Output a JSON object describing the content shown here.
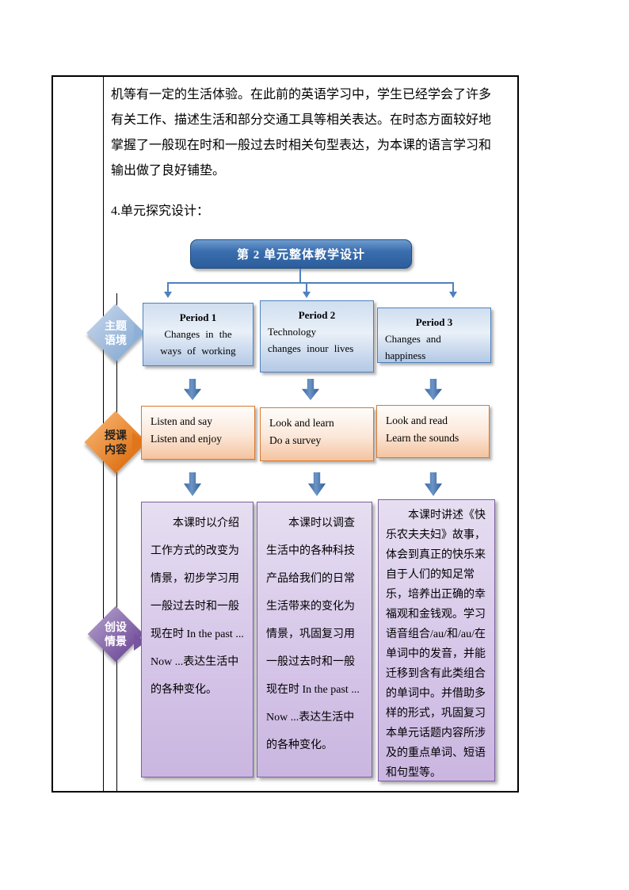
{
  "document": {
    "intro_paragraph": "机等有一定的生活体验。在此前的英语学习中，学生已经学会了许多\n有关工作、描述生活和部分交通工具等相关表达。在时态方面较好地\n掌握了一般现在时和一般过去时相关句型表达，为本课的语言学习和\n输出做了良好铺垫。",
    "section_heading": "4.单元探究设计："
  },
  "flowchart": {
    "title": "第 2 单元整体教学设计",
    "stages": [
      {
        "label": "主题\n语境"
      },
      {
        "label": "授课\n内容"
      },
      {
        "label": "创设\n情景"
      }
    ],
    "periods": [
      {
        "title": "Period 1",
        "subtitle": "Changes in the\nways of working"
      },
      {
        "title": "Period 2",
        "subtitle": "Technology\nchanges inour lives"
      },
      {
        "title": "Period 3",
        "subtitle": "Changes and\nhappiness"
      }
    ],
    "activities": [
      {
        "lines": "Listen and say\nListen and enjoy"
      },
      {
        "lines": "Look and learn\nDo a survey"
      },
      {
        "lines": "Look and read\nLearn the sounds"
      }
    ],
    "descriptions": [
      "本课时以介绍工作方式的改变为情景，初步学习用一般过去时和一般现在时 In the past ... Now ...表达生活中的各种变化。",
      "本课时以调查生活中的各种科技产品给我们的日常生活带来的变化为情景，巩固复习用一般过去时和一般现在时 In the past ... Now ...表达生活中的各种变化。",
      "本课时讲述《快乐农夫夫妇》故事，体会到真正的快乐来自于人们的知足常乐，培养出正确的幸福观和金钱观。学习语音组合/au/和/au/在单词中的发音，并能迁移到含有此类组合的单词中。并借助多样的形式，巩固复习本单元话题内容所涉及的重点单词、短语和句型等。"
    ]
  },
  "colors": {
    "title_box_blue": "#3a6eae",
    "connector_blue": "#4f81bd",
    "period_border_blue": "#4f81bd",
    "activity_border_orange": "#d9782d",
    "description_border_purple": "#7d5fa0",
    "stage1_fill": "#95b3d7",
    "stage2_fill": "#e0751a",
    "stage3_fill": "#8064a2"
  }
}
